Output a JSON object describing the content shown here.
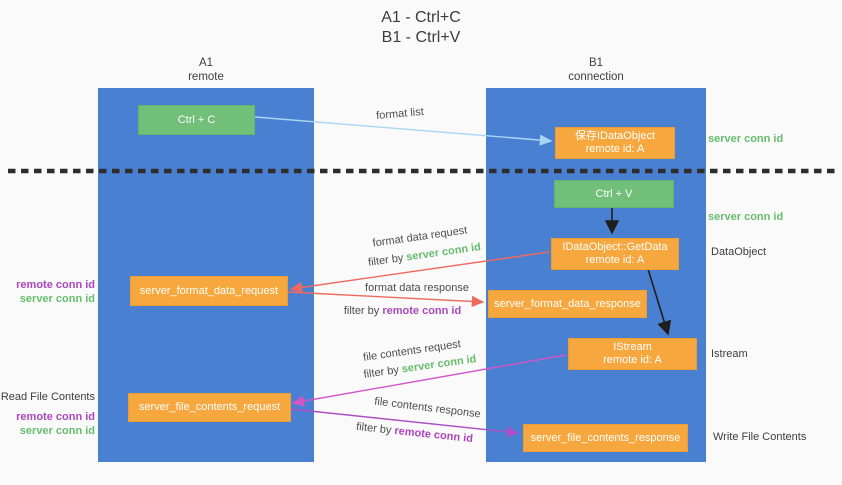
{
  "title": {
    "line1": "A1 - Ctrl+C",
    "line2": "B1 - Ctrl+V"
  },
  "lanes": {
    "a1": {
      "name": "A1",
      "role": "remote"
    },
    "b1": {
      "name": "B1",
      "role": "connection"
    }
  },
  "nodes": {
    "ctrl_c": "Ctrl + C",
    "save_idataobject_line1": "保存IDataObject",
    "save_idataobject_line2": "remote id: A",
    "ctrl_v": "Ctrl + V",
    "getdata_line1": "IDataObject::GetData",
    "getdata_line2": "remote id: A",
    "format_request": "server_format_data_request",
    "format_response": "server_format_data_response",
    "istream_line1": "IStream",
    "istream_line2": "remote id: A",
    "file_request": "server_file_contents_request",
    "file_response": "server_file_contents_response"
  },
  "flow_labels": {
    "format_list": "format list",
    "format_data_request": "format data request",
    "format_data_response": "format data response",
    "file_contents_request": "file contents request",
    "file_contents_response": "file contents response",
    "filter_by": "filter by",
    "server_conn_id": "server conn id",
    "remote_conn_id": "remote conn id"
  },
  "side_labels": {
    "right_server_conn_id_1": "server conn id",
    "right_server_conn_id_2": "server conn id",
    "dataobject": "DataObject",
    "istream": "Istream",
    "write_file_contents": "Write File Contents",
    "left_remote_conn_id_1": "remote conn id",
    "left_server_conn_id_1": "server conn id",
    "read_file_contents": "Read File Contents",
    "left_remote_conn_id_2": "remote conn id",
    "left_server_conn_id_2": "server conn id"
  },
  "colors": {
    "lane_blue": "#4a80d2",
    "node_green": "#72bf79",
    "node_orange": "#f6a73e",
    "label_green": "#67bd6d",
    "label_purple": "#ab47bc",
    "arrow_red": "#ed6a5f",
    "arrow_light_blue": "#a8d6f2",
    "arrow_magenta": "#d455c7",
    "arrow_purple": "#ab4ec4",
    "arrow_black": "#1f1f1f"
  }
}
